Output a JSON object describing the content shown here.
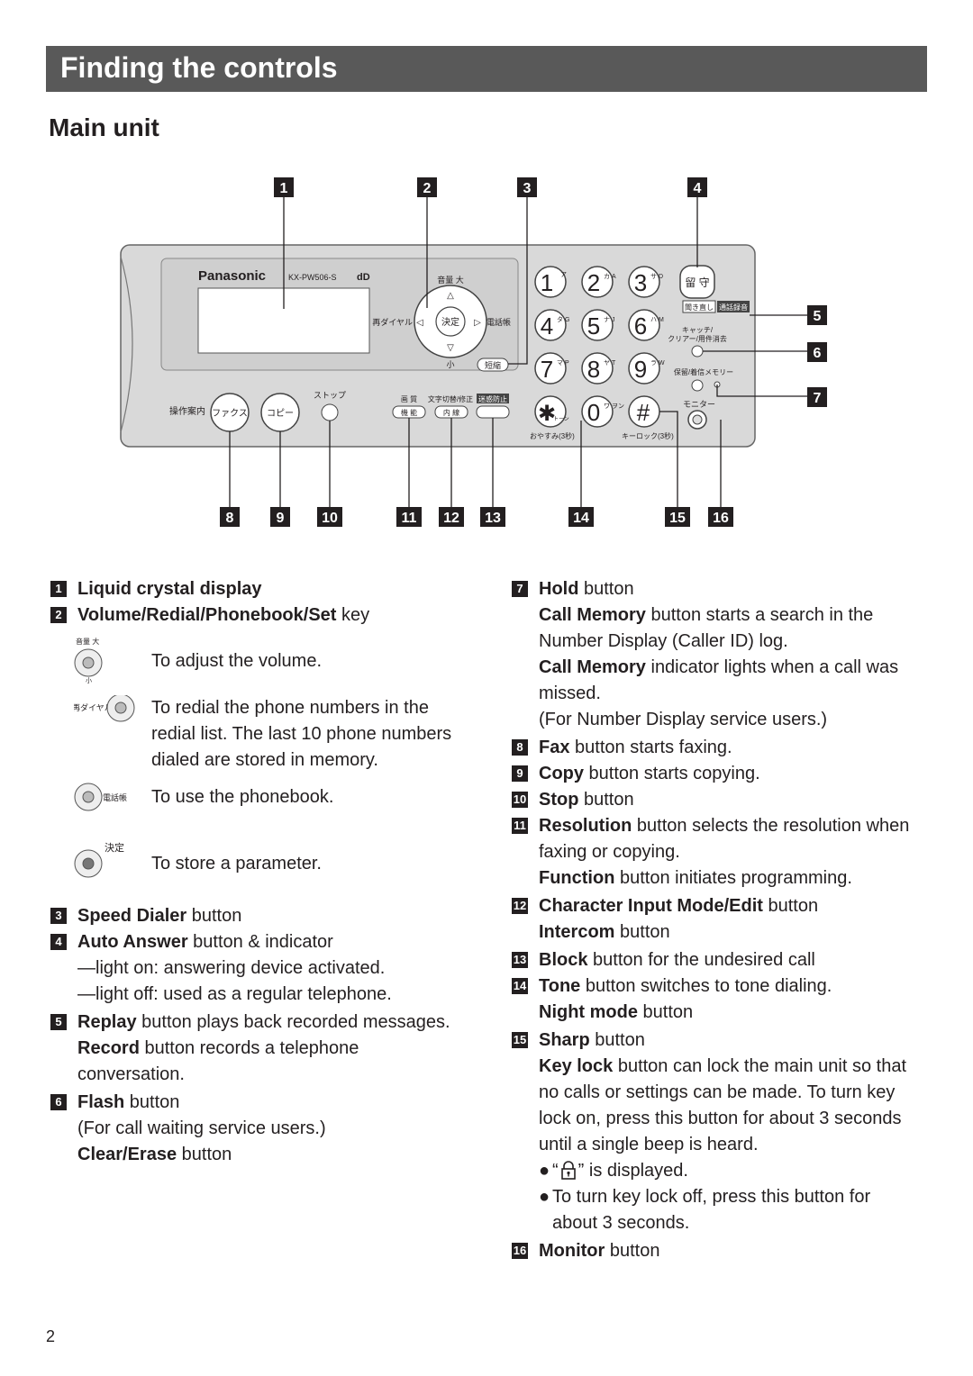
{
  "header": {
    "title": "Finding the controls"
  },
  "section": {
    "title": "Main unit"
  },
  "diagram": {
    "callouts": [
      "1",
      "2",
      "3",
      "4",
      "5",
      "6",
      "7",
      "8",
      "9",
      "10",
      "11",
      "12",
      "13",
      "14",
      "15",
      "16"
    ],
    "brand": "Panasonic",
    "model": "KX-PW506-S",
    "panel_labels": {
      "volume": "音量 大",
      "small": "小",
      "redial": "再ダイヤル",
      "set": "決定",
      "phonebook": "電話帳",
      "speed": "短縮",
      "replay": "聞き直し",
      "record": "通話録音",
      "catch": "キャッチ/",
      "clear": "クリアー/用件消去",
      "hold": "保留/着信メモリー",
      "monitor": "モニター",
      "guide": "操作案内",
      "fax": "ファクス",
      "copy": "コピー",
      "stop": "ストップ",
      "quality": "画 質",
      "function": "機 能",
      "charmode": "文字切替/修正",
      "intercom": "内 線",
      "block": "迷惑防止",
      "night": "おやすみ(3秒)",
      "keylock": "キーロック(3秒)",
      "answer": "留 守"
    },
    "keys": [
      {
        "digit": "1",
        "sub": "ア"
      },
      {
        "digit": "2",
        "sub": "カ A"
      },
      {
        "digit": "3",
        "sub": "サ D"
      },
      {
        "digit": "4",
        "sub": "タ G"
      },
      {
        "digit": "5",
        "sub": "ナ J"
      },
      {
        "digit": "6",
        "sub": "ハ M"
      },
      {
        "digit": "7",
        "sub": "マ P"
      },
      {
        "digit": "8",
        "sub": "ヤ T"
      },
      {
        "digit": "9",
        "sub": "ラ W"
      },
      {
        "digit": "✱",
        "sub": "トーン"
      },
      {
        "digit": "0",
        "sub": "ワ ヲン"
      },
      {
        "digit": "#",
        "sub": ""
      }
    ]
  },
  "left": {
    "i1": {
      "num": "1",
      "bold": "Liquid crystal display",
      "rest": ""
    },
    "i2": {
      "num": "2",
      "bold": "Volume/Redial/Phonebook/Set",
      "rest": " key"
    },
    "icons": {
      "vol_top": "音量 大",
      "vol_bottom": "小",
      "redial": "再ダイヤル",
      "phonebook": "電話帳",
      "set": "決定"
    },
    "r1": "To adjust the volume.",
    "r2": "To redial the phone numbers in the redial list. The last 10 phone numbers dialed are stored in memory.",
    "r3": "To use the phonebook.",
    "r4": "To store a parameter.",
    "i3": {
      "num": "3",
      "bold": "Speed Dialer",
      "rest": " button"
    },
    "i4": {
      "num": "4",
      "bold": "Auto Answer",
      "rest": " button & indicator",
      "l1": "—light on:  answering device activated.",
      "l2": "—light off:  used as a regular telephone."
    },
    "i5": {
      "num": "5",
      "bold": "Replay",
      "rest": " button plays back recorded messages.",
      "b2": "Record",
      "r2": " button records a telephone conversation."
    },
    "i6": {
      "num": "6",
      "bold": "Flash",
      "rest": " button",
      "l1": "(For call waiting service users.)",
      "b2": "Clear/Erase",
      "r2": " button"
    }
  },
  "right": {
    "i7": {
      "num": "7",
      "bold": "Hold",
      "rest": " button",
      "b2": "Call Memory",
      "r2": " button starts a search in the Number Display (Caller ID) log.",
      "b3": "Call Memory",
      "r3": " indicator lights when a call was missed.",
      "l4": "(For Number Display service users.)"
    },
    "i8": {
      "num": "8",
      "bold": "Fax",
      "rest": " button starts faxing."
    },
    "i9": {
      "num": "9",
      "bold": "Copy",
      "rest": " button starts copying."
    },
    "i10": {
      "num": "10",
      "bold": "Stop",
      "rest": " button"
    },
    "i11": {
      "num": "11",
      "bold": "Resolution",
      "rest": " button selects the resolution when faxing or copying.",
      "b2": "Function",
      "r2": " button initiates programming."
    },
    "i12": {
      "num": "12",
      "bold": "Character Input Mode/Edit",
      "rest": " button",
      "b2": "Intercom",
      "r2": " button"
    },
    "i13": {
      "num": "13",
      "bold": "Block",
      "rest": " button for the undesired call"
    },
    "i14": {
      "num": "14",
      "bold": "Tone",
      "rest": " button switches to tone dialing.",
      "b2": "Night mode",
      "r2": " button"
    },
    "i15": {
      "num": "15",
      "bold": "Sharp",
      "rest": " button",
      "b2": "Key lock",
      "r2": " button can lock the main unit so that no calls or settings can be made. To turn key lock on, press this button for about 3 seconds until a single beep is heard.",
      "bullet1_pre": "“",
      "bullet1_post": "” is displayed.",
      "bullet2": "To turn key lock off, press this button for about 3 seconds."
    },
    "i16": {
      "num": "16",
      "bold": "Monitor",
      "rest": " button"
    }
  },
  "footer": {
    "page": "2"
  }
}
